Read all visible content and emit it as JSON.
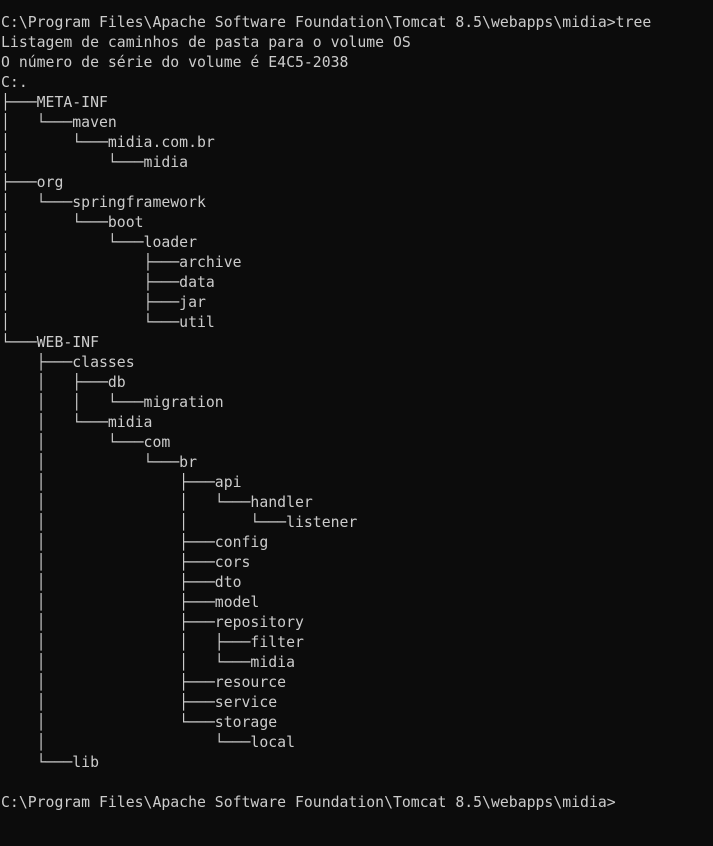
{
  "console": {
    "colors": {
      "background": "#0c0c0c",
      "foreground": "#cccccc"
    },
    "lines": [
      "C:\\Program Files\\Apache Software Foundation\\Tomcat 8.5\\webapps\\midia>tree",
      "Listagem de caminhos de pasta para o volume OS",
      "O número de série do volume é E4C5-2038",
      "C:.",
      "├───META-INF",
      "│   └───maven",
      "│       └───midia.com.br",
      "│           └───midia",
      "├───org",
      "│   └───springframework",
      "│       └───boot",
      "│           └───loader",
      "│               ├───archive",
      "│               ├───data",
      "│               ├───jar",
      "│               └───util",
      "└───WEB-INF",
      "    ├───classes",
      "    │   ├───db",
      "    │   │   └───migration",
      "    │   └───midia",
      "    │       └───com",
      "    │           └───br",
      "    │               ├───api",
      "    │               │   └───handler",
      "    │               │       └───listener",
      "    │               ├───config",
      "    │               ├───cors",
      "    │               ├───dto",
      "    │               ├───model",
      "    │               ├───repository",
      "    │               │   ├───filter",
      "    │               │   └───midia",
      "    │               ├───resource",
      "    │               ├───service",
      "    │               └───storage",
      "    │                   └───local",
      "    └───lib",
      "",
      "C:\\Program Files\\Apache Software Foundation\\Tomcat 8.5\\webapps\\midia>"
    ]
  }
}
